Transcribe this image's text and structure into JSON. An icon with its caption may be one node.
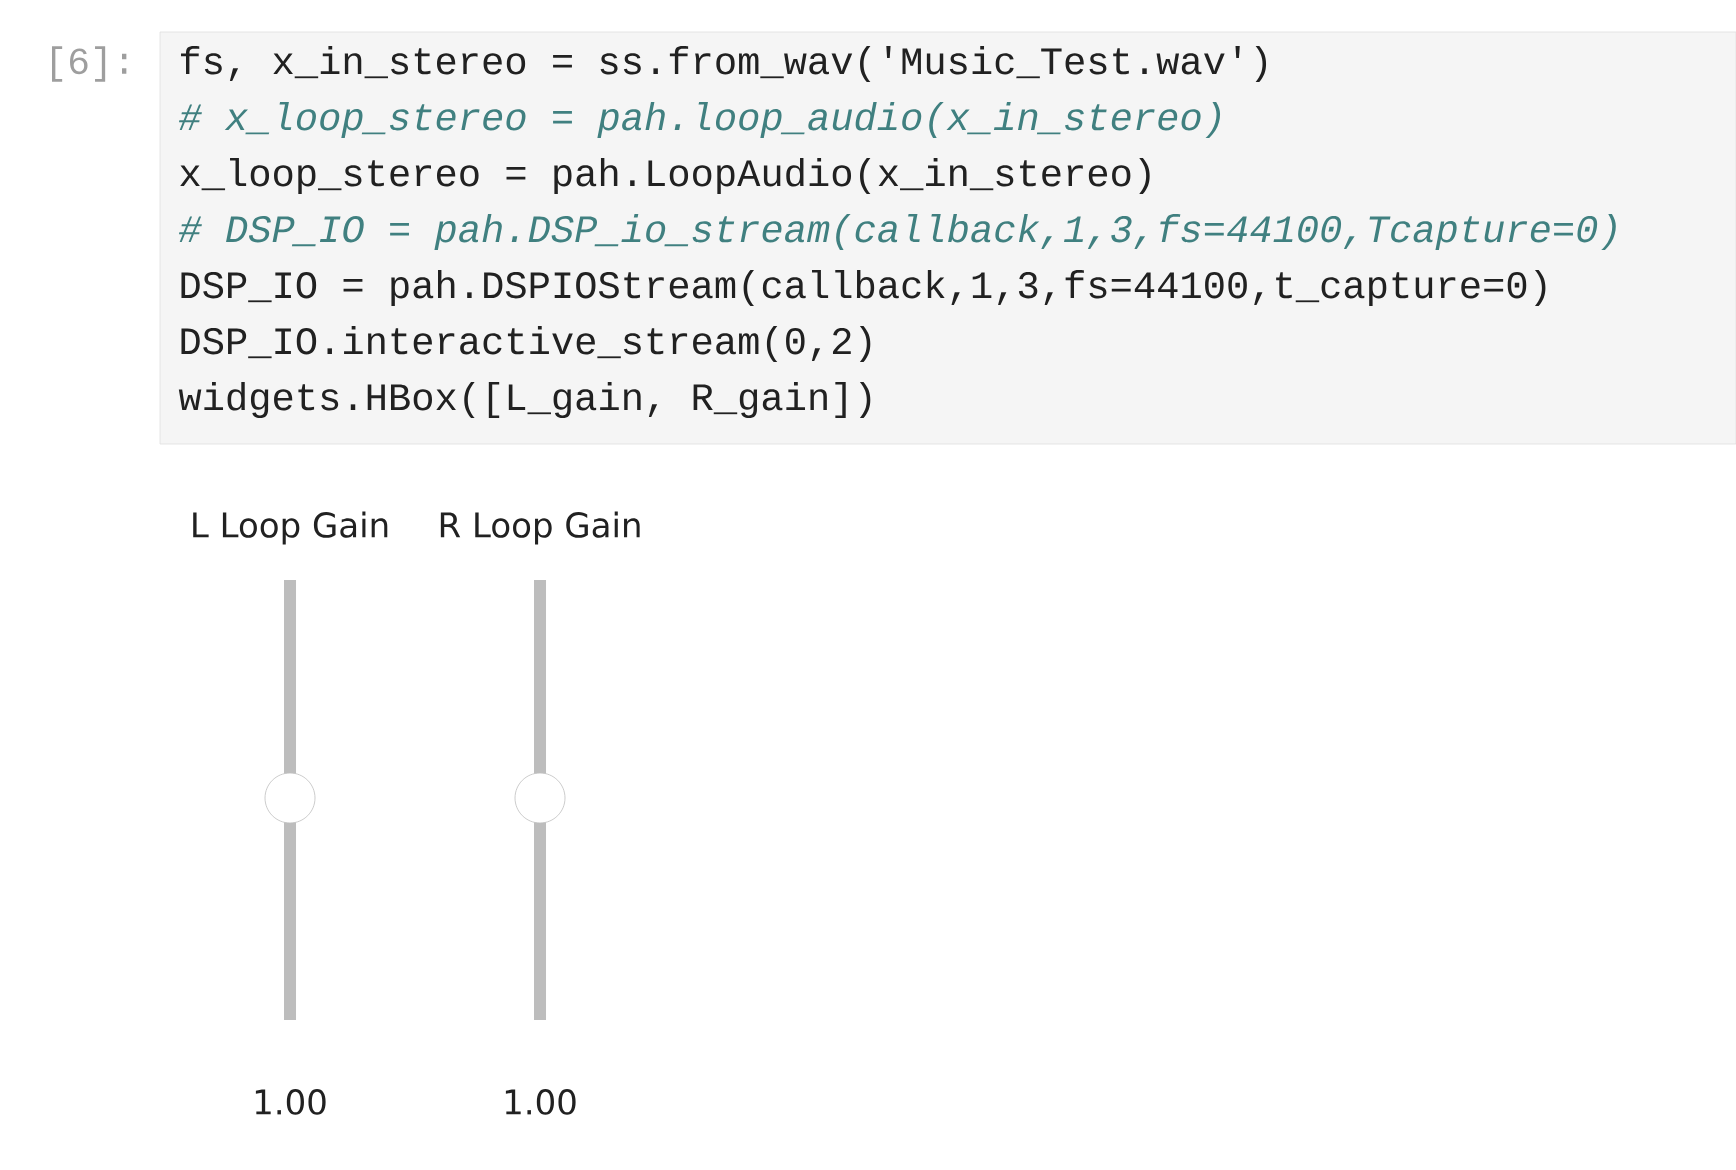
{
  "diagram": {
    "labels": [
      "[6]:",
      "fs, x_in_stereo = ss.from_wav('Music_Test.wav')",
      "# x_loop_stereo = pah.loop_audio(x_in_stereo)",
      "x_loop_stereo = pah.LoopAudio(x_in_stereo)",
      "# DSP_IO = pah.DSP_io_stream(callback,1,3,fs=44100,Tcapture=0)",
      "DSP_IO = pah.DSPIOStream(callback,1,3,fs=44100,t_capture=0)",
      "DSP_IO.interactive_stream(0,2)",
      "widgets.HBox([L_gain, R_gain])",
      "L Loop Gain",
      "R Loop Gain",
      "1.00",
      "1.00"
    ]
  }
}
